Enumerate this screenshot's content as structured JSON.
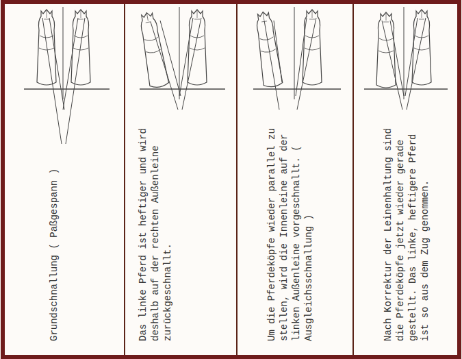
{
  "diagram": {
    "nodes": [
      {
        "text": [
          "Grundschnallung ( Paßgespann )"
        ]
      },
      {
        "text": [
          "Das linke Pferd ist heftiger und wird deshalb auf der rechten Außenleine zurückgeschnallt."
        ]
      },
      {
        "text": [
          "Um die Pferdeköpfe wieder parallel zu stellen, wird die Innenleine auf der linken Außenleine vorgeschnallt. ( Ausgleichsschnallung )"
        ]
      },
      {
        "text": [
          "Nach Korrektur der Leinenhaltung sind die Pferdeköpfe jetzt wieder gerade gestellt. Das linke, heftigere Pferd ist so aus dem Zug genommen."
        ]
      }
    ]
  }
}
